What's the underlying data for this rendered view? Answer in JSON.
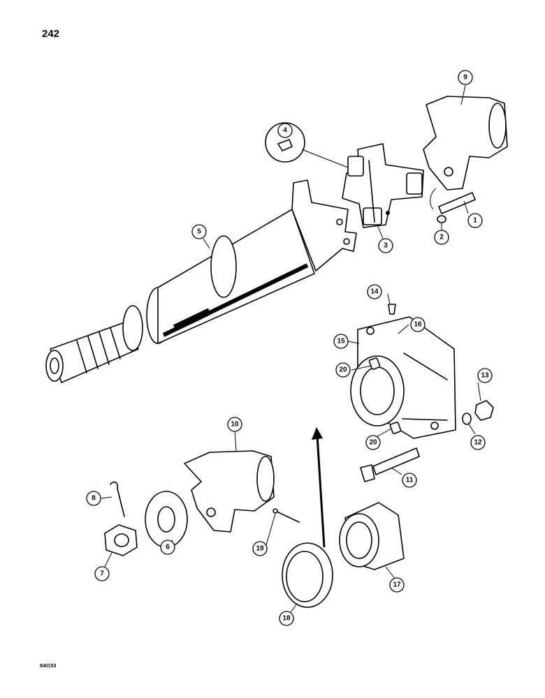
{
  "page": {
    "number": "242",
    "drawing_code": "840153"
  },
  "callouts": [
    {
      "id": "1",
      "label": "1"
    },
    {
      "id": "2",
      "label": "2"
    },
    {
      "id": "3",
      "label": "3"
    },
    {
      "id": "4",
      "label": "4"
    },
    {
      "id": "5",
      "label": "5"
    },
    {
      "id": "6",
      "label": "6"
    },
    {
      "id": "7",
      "label": "7"
    },
    {
      "id": "8",
      "label": "8"
    },
    {
      "id": "9",
      "label": "9"
    },
    {
      "id": "10",
      "label": "10"
    },
    {
      "id": "11",
      "label": "11"
    },
    {
      "id": "12",
      "label": "12"
    },
    {
      "id": "13",
      "label": "13"
    },
    {
      "id": "14",
      "label": "14"
    },
    {
      "id": "15",
      "label": "15"
    },
    {
      "id": "16",
      "label": "16"
    },
    {
      "id": "17",
      "label": "17"
    },
    {
      "id": "18",
      "label": "18"
    },
    {
      "id": "19",
      "label": "19"
    },
    {
      "id": "20a",
      "label": "20"
    },
    {
      "id": "20b",
      "label": "20"
    }
  ]
}
